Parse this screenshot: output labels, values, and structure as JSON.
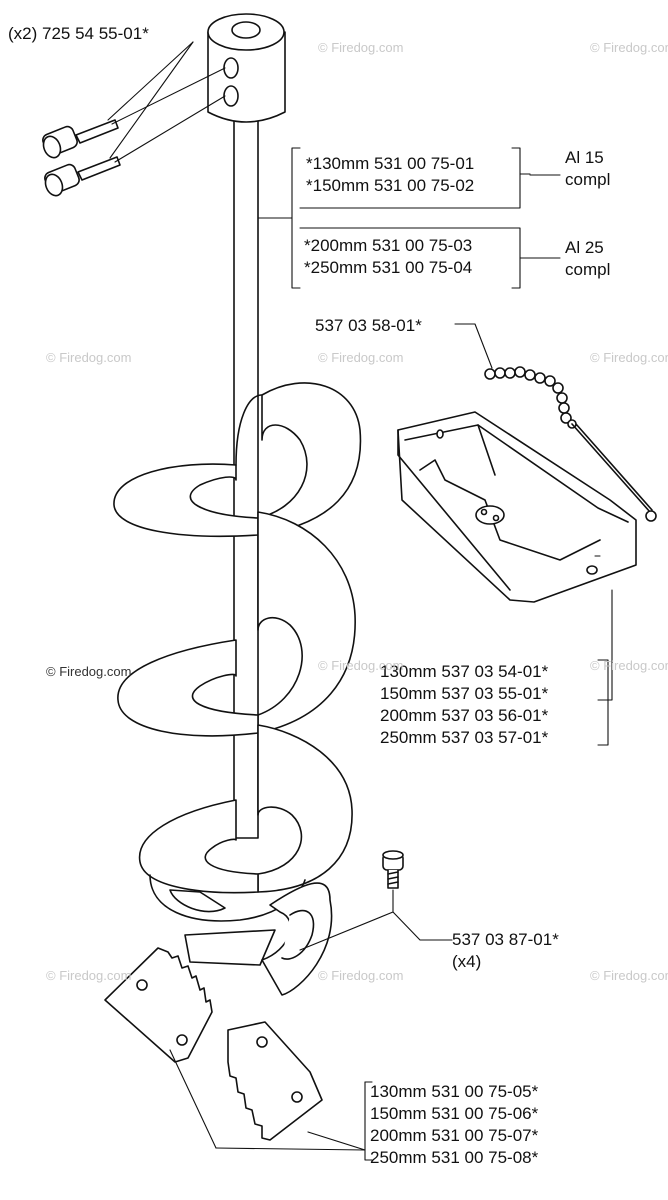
{
  "screw_label": "(x2) 725 54 55-01*",
  "shaft": {
    "al15": [
      "*130mm 531 00 75-01",
      "*150mm 531 00 75-02"
    ],
    "al15_name": [
      "Al 15",
      "compl"
    ],
    "al25": [
      "*200mm 531 00 75-03",
      "*250mm 531 00 75-04"
    ],
    "al25_name": [
      "Al 25",
      "compl"
    ]
  },
  "chain_label": "537 03 58-01*",
  "guard_labels": [
    "130mm 537 03 54-01*",
    "150mm 537 03 55-01*",
    "200mm 537 03 56-01*",
    "250mm 537 03 57-01*"
  ],
  "bolt_label": [
    "537 03 87-01*",
    "(x4)"
  ],
  "blade_labels": [
    "130mm 531 00 75-05*",
    "150mm 531 00 75-06*",
    "200mm 531 00 75-07*",
    "250mm 531 00 75-08*"
  ],
  "watermark": "© Firedog.com"
}
